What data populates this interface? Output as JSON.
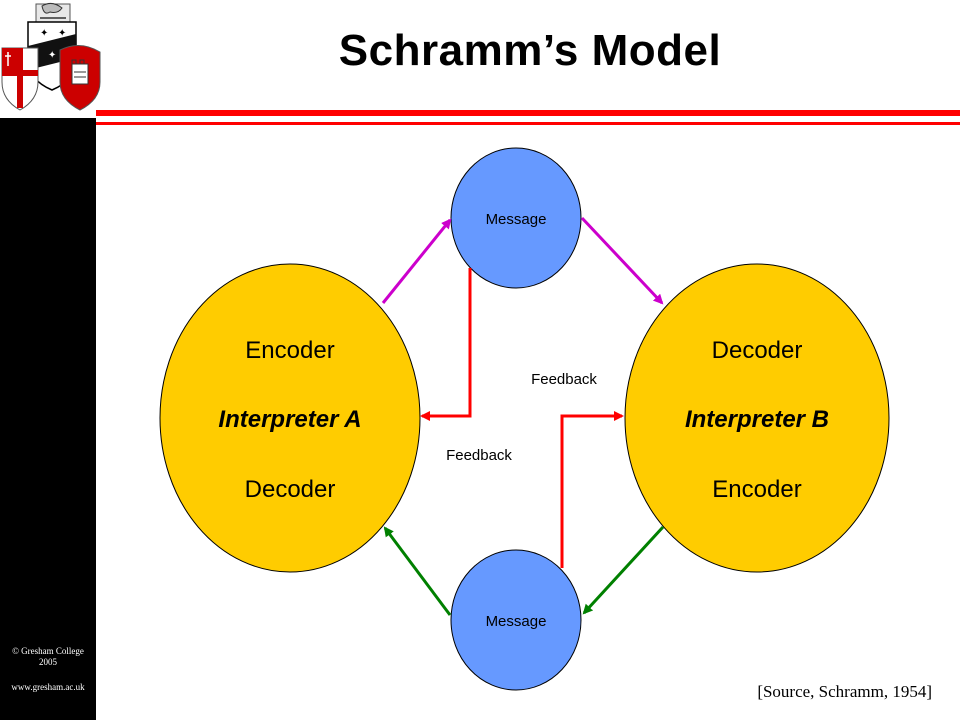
{
  "slide": {
    "title": "Schramm’s Model",
    "source": "[Source, Schramm, 1954]"
  },
  "sidebar": {
    "copyright": "© Gresham College",
    "year": "2005",
    "url": "www.gresham.ac.uk"
  },
  "diagram": {
    "interpreter_a": {
      "top": "Encoder",
      "name": "Interpreter A",
      "bottom": "Decoder"
    },
    "interpreter_b": {
      "top": "Decoder",
      "name": "Interpreter B",
      "bottom": "Encoder"
    },
    "message_top": "Message",
    "message_bottom": "Message",
    "feedback_upper": "Feedback",
    "feedback_lower": "Feedback"
  },
  "colors": {
    "interpreter_fill": "#ffcc00",
    "message_fill": "#6699ff",
    "arrow_top": "#cc00cc",
    "arrow_bottom": "#008000",
    "feedback": "#ff0000",
    "rule": "#ff0000",
    "sidebar": "#000000"
  },
  "logo_icons": [
    "lion-crest-icon",
    "star-shield-icon",
    "cross-shield-icon",
    "castle-shield-icon"
  ]
}
